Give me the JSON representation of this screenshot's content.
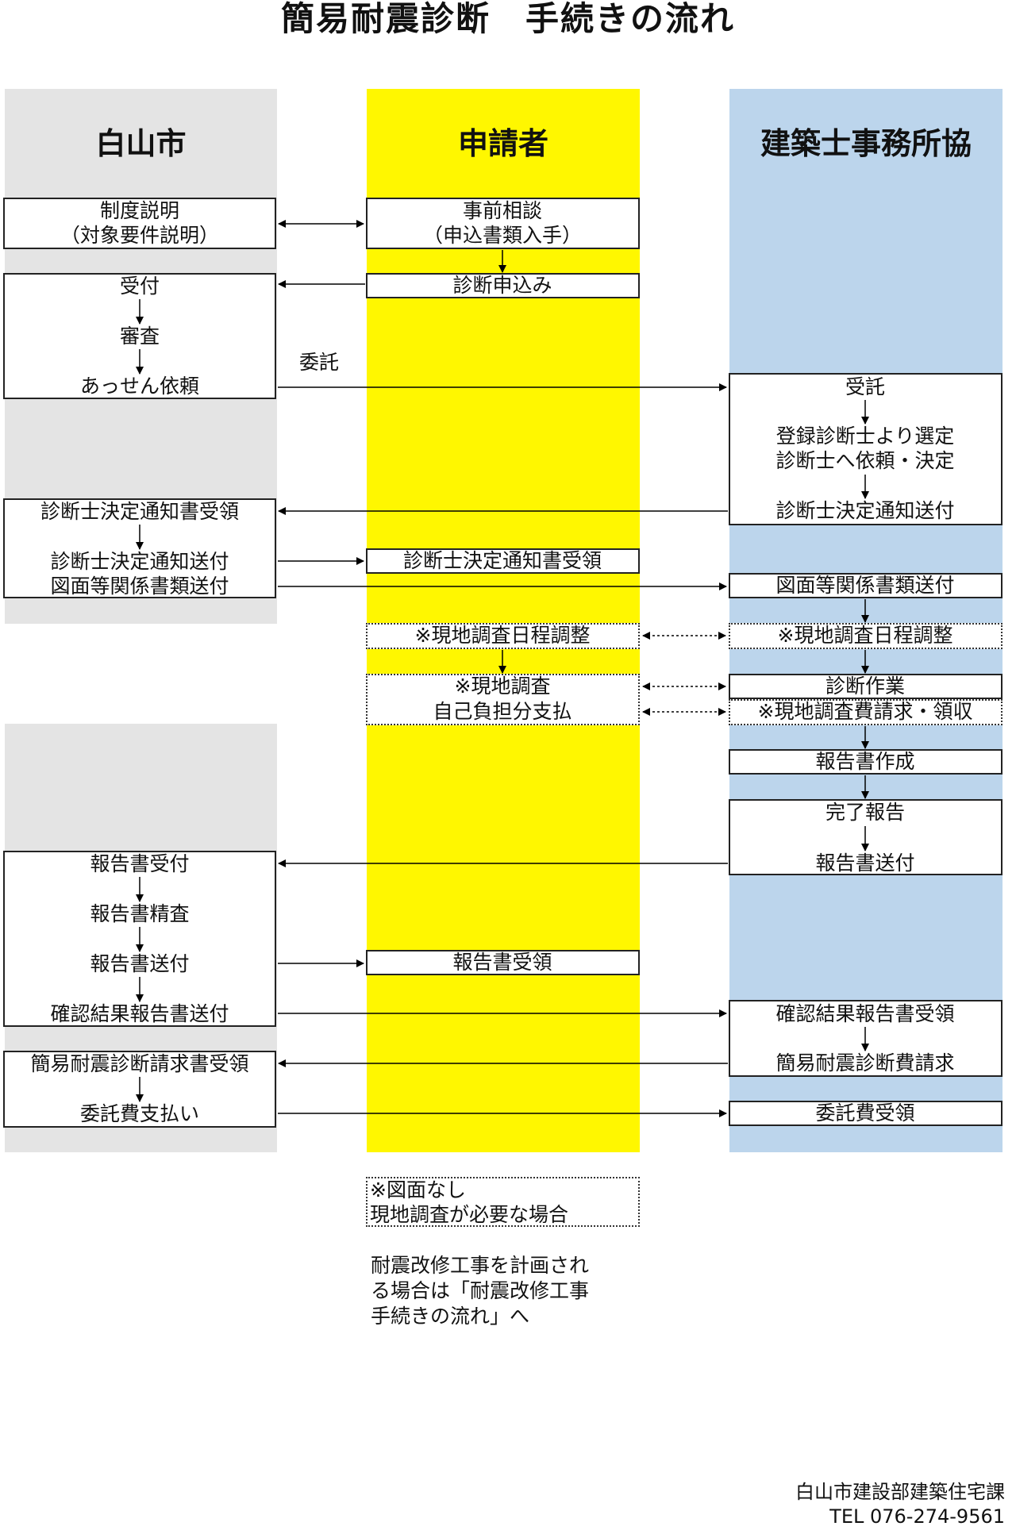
{
  "title": "簡易耐震診断　手続きの流れ",
  "lanes": {
    "city": "白山市",
    "applicant": "申請者",
    "architect": "建築士事務所協"
  },
  "city": {
    "seido": "制度説明",
    "seido_sub": "（対象要件説明）",
    "uketsuke": "受付",
    "shinsa": "審査",
    "assen": "あっせん依頼",
    "kettei_juryo": "診断士決定通知書受領",
    "kettei_sofu": "診断士決定通知送付",
    "zumen_sofu": "図面等関係書類送付",
    "hokoku_uketsuke": "報告書受付",
    "hokoku_seisa": "報告書精査",
    "hokoku_sofu": "報告書送付",
    "kakunin_sofu": "確認結果報告書送付",
    "seikyu_juryo": "簡易耐震診断請求書受領",
    "itakuhi_shiharai": "委託費支払い"
  },
  "applicant": {
    "jizen": "事前相談",
    "jizen_sub": "（申込書類入手）",
    "moushikomi": "診断申込み",
    "kettei_juryo": "診断士決定通知書受領",
    "nittei": "※現地調査日程調整",
    "chosa": "※現地調査",
    "jiko_futan": "自己負担分支払",
    "hokoku_juryo": "報告書受領"
  },
  "architect": {
    "jutaku": "受託",
    "sentei1": "登録診断士より選定",
    "sentei2": "診断士へ依頼・決定",
    "kettei_sofu": "診断士決定通知送付",
    "zumen_sofu": "図面等関係書類送付",
    "nittei": "※現地調査日程調整",
    "sagyo": "診断作業",
    "chosahi": "※現地調査費請求・領収",
    "hokoku_sakusei": "報告書作成",
    "kanryo": "完了報告",
    "hokoku_sofu": "報告書送付",
    "kakunin_juryo": "確認結果報告書受領",
    "seikyu": "簡易耐震診断費請求",
    "itakuhi_juryo": "委託費受領"
  },
  "itaku_label": "委託",
  "notes": {
    "legend1": "※図面なし",
    "legend2": "現地調査が必要な場合",
    "next1": "耐震改修工事を計画され",
    "next2": "る場合は「耐震改修工事",
    "next3": "手続きの流れ」へ"
  },
  "footer": {
    "dept": "白山市建設部建築住宅課",
    "tel": "TEL 076-274-9561"
  }
}
